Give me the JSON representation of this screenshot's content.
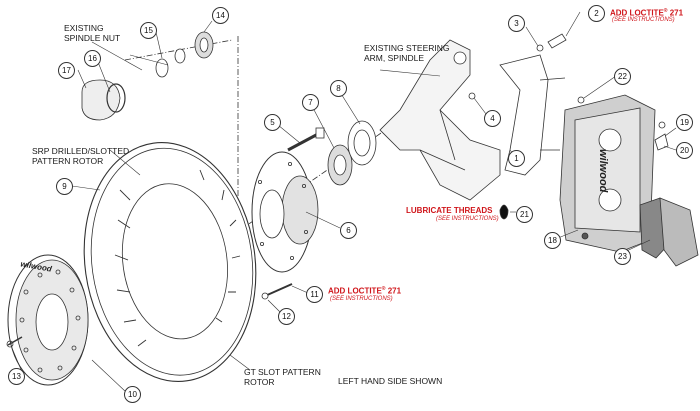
{
  "labels": {
    "spindle_nut": [
      "EXISTING",
      "SPINDLE NUT"
    ],
    "steering_arm": [
      "EXISTING STEERING",
      "ARM, SPINDLE"
    ],
    "srp_rotor": [
      "SRP DRILLED/SLOTTED",
      "PATTERN ROTOR"
    ],
    "gt_rotor": [
      "GT SLOT PATTERN",
      "ROTOR"
    ],
    "left_hand": "LEFT HAND SIDE SHOWN",
    "loctite_top": "ADD LOCTITE",
    "loctite_top_num": "271",
    "loctite_top_sub": "(SEE INSTRUCTIONS)",
    "loctite_mid": "ADD LOCTITE",
    "loctite_mid_num": "271",
    "loctite_mid_sub": "(SEE INSTRUCTIONS)",
    "lubricate": "LUBRICATE THREADS",
    "lubricate_sub": "(SEE INSTRUCTIONS)",
    "reg_mark": "®",
    "caliper_brand": "wilwood",
    "hat_brand": "wilwood"
  },
  "callouts": [
    "1",
    "2",
    "3",
    "4",
    "5",
    "6",
    "7",
    "8",
    "9",
    "10",
    "11",
    "12",
    "13",
    "14",
    "15",
    "16",
    "17",
    "18",
    "19",
    "20",
    "21",
    "22",
    "23"
  ],
  "colors": {
    "line": "#333333",
    "red": "#d0161b",
    "fill": "#ffffff",
    "shade": "#d6d6d6",
    "dark": "#555555"
  }
}
